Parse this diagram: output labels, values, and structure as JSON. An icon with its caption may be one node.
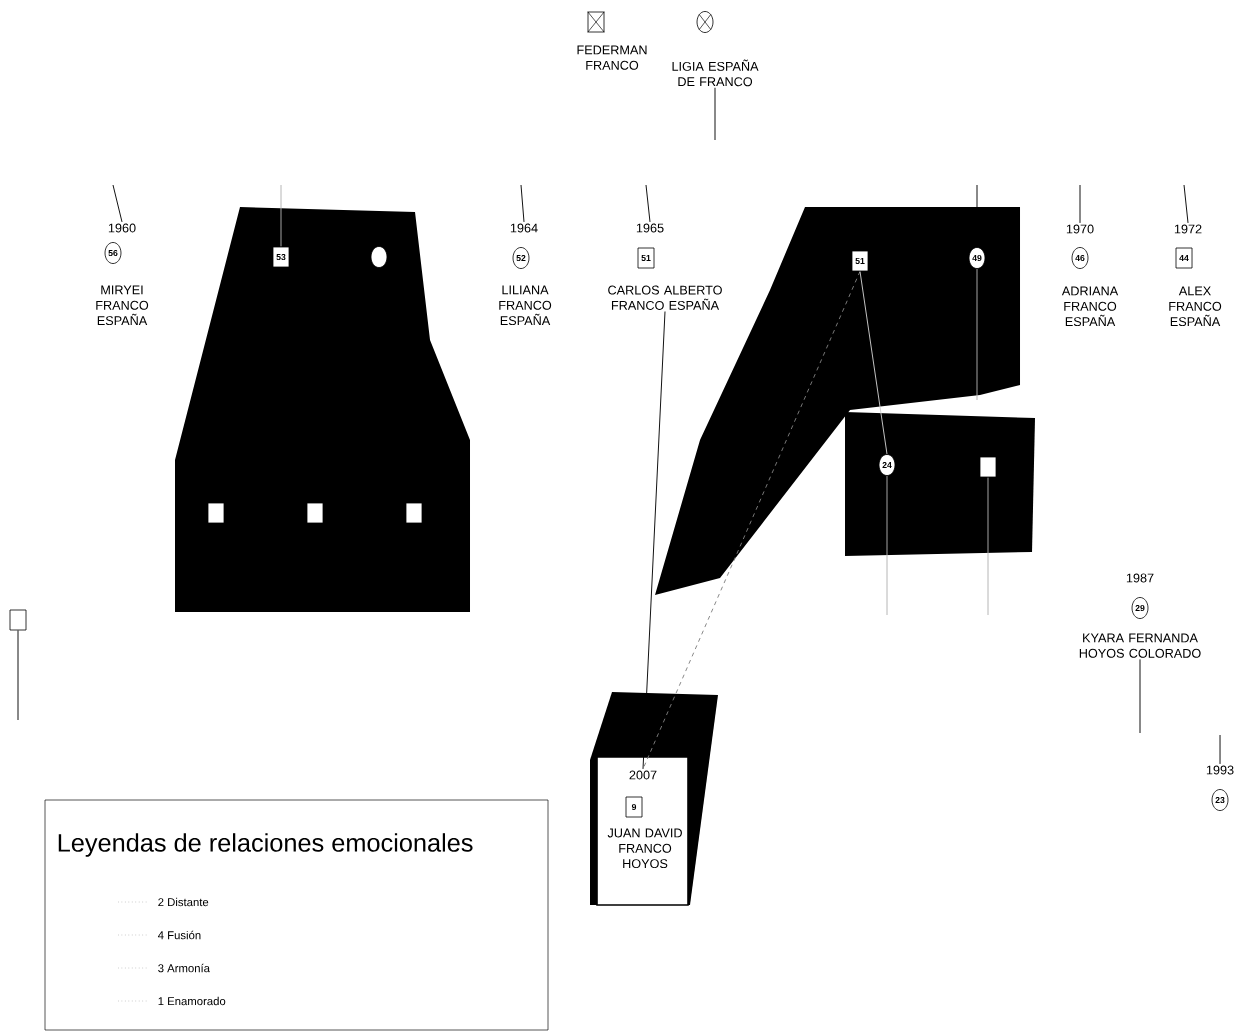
{
  "diagram": {
    "nodes": [
      {
        "text": [],
        "shape": "box",
        "beside": [
          "FEDERMAN FRANCO"
        ]
      },
      {
        "text": [],
        "shape": "circle",
        "beside": [
          "LIGIA ESPAÑA DE FRANCO"
        ]
      },
      {
        "text": [
          "56"
        ],
        "beside": [
          "1960",
          "MIRYEI FRANCO ESPAÑA"
        ]
      },
      {
        "text": [
          "53"
        ]
      },
      {
        "text": [],
        "shape": "circle"
      },
      {
        "text": [
          "52"
        ],
        "beside": [
          "1964",
          "LILIANA FRANCO ESPAÑA"
        ]
      },
      {
        "text": [
          "51"
        ],
        "beside": [
          "1965",
          "CARLOS ALBERTO FRANCO ESPAÑA"
        ]
      },
      {
        "text": [
          "51"
        ]
      },
      {
        "text": [
          "49"
        ]
      },
      {
        "text": [
          "46"
        ],
        "beside": [
          "1970",
          "ADRIANA FRANCO ESPAÑA"
        ]
      },
      {
        "text": [
          "44"
        ],
        "beside": [
          "1972",
          "ALEX FRANCO ESPAÑA"
        ]
      },
      {
        "text": [],
        "shape": "box"
      },
      {
        "text": [],
        "shape": "box"
      },
      {
        "text": [],
        "shape": "box"
      },
      {
        "text": [
          "24"
        ]
      },
      {
        "text": [],
        "shape": "box"
      },
      {
        "text": [
          "29"
        ],
        "beside": [
          "1987",
          "KYARA FERNANDA HOYOS COLORADO"
        ]
      },
      {
        "text": [
          "23"
        ],
        "beside": [
          "1993"
        ]
      },
      {
        "text": [],
        "shape": "box"
      },
      {
        "text": [
          "9"
        ],
        "beside": [
          "2007",
          "JUAN DAVID FRANCO HOYOS"
        ]
      }
    ],
    "edges": [
      {
        "from": null,
        "to": 2,
        "arrow": "none"
      },
      {
        "from": null,
        "to": 3,
        "arrow": "none",
        "color": "#b0b0b0"
      },
      {
        "from": null,
        "to": 5,
        "arrow": "none"
      },
      {
        "from": null,
        "to": 6,
        "arrow": "none"
      },
      {
        "from": null,
        "to": 8,
        "arrow": "none"
      },
      {
        "from": null,
        "to": 9,
        "arrow": "none"
      },
      {
        "from": null,
        "to": 10,
        "arrow": "none"
      },
      {
        "from": 1,
        "to": null,
        "arrow": "none"
      },
      {
        "from": 6,
        "to": 19,
        "arrow": "none"
      },
      {
        "from": 7,
        "to": 19,
        "arrow": "none",
        "style": "dashed",
        "color": "#808080"
      },
      {
        "from": 8,
        "to": null,
        "arrow": "none",
        "color": "#b0b0b0"
      },
      {
        "from": 14,
        "to": null,
        "arrow": "none",
        "color": "#b0b0b0"
      },
      {
        "from": 15,
        "to": null,
        "arrow": "none",
        "color": "#b0b0b0"
      },
      {
        "from": 16,
        "to": null,
        "arrow": "none"
      },
      {
        "from": null,
        "to": 17,
        "arrow": "none"
      },
      {
        "from": 18,
        "to": null,
        "arrow": "none"
      },
      {
        "from": 7,
        "to": 14,
        "arrow": "none",
        "color": "#d0d0d0"
      }
    ],
    "labels": [
      "Leyendas de relaciones emocionales"
    ],
    "legend": [
      {
        "text": "2 Distante"
      },
      {
        "text": "4 Fusión"
      },
      {
        "text": "3 Armonía"
      },
      {
        "text": "1 Enamorado"
      }
    ]
  }
}
